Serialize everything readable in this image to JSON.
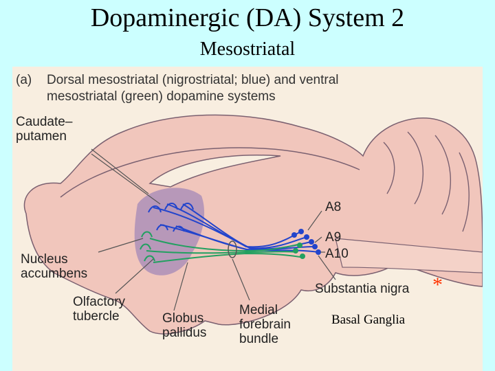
{
  "slide": {
    "title": "Dopaminergic (DA) System 2",
    "subtitle": "Mesostriatal",
    "star": "*",
    "star_color": "#ff3300",
    "footer_label": "Basal Ganglia",
    "background": "#ccffff"
  },
  "figure": {
    "panel_letter": "(a)",
    "caption_line1": "Dorsal mesostriatal (nigrostriatal; blue) and ventral",
    "caption_line2": "mesostriatal (green) dopamine systems",
    "colors": {
      "brain": "#f1c6bc",
      "striatum": "#a98cb8",
      "dorsal_pathway": "#2244cc",
      "ventral_pathway": "#22a060"
    },
    "labels": {
      "caudate": "Caudate–\nputamen",
      "nucleus_accumbens": "Nucleus\naccumbens",
      "olfactory_tubercle": "Olfactory\ntubercle",
      "globus_pallidus": "Globus\npallidus",
      "medial_forebrain_bundle": "Medial\nforebrain\nbundle",
      "a8": "A8",
      "a9": "A9",
      "a10": "A10",
      "substantia_nigra": "Substantia nigra"
    }
  }
}
